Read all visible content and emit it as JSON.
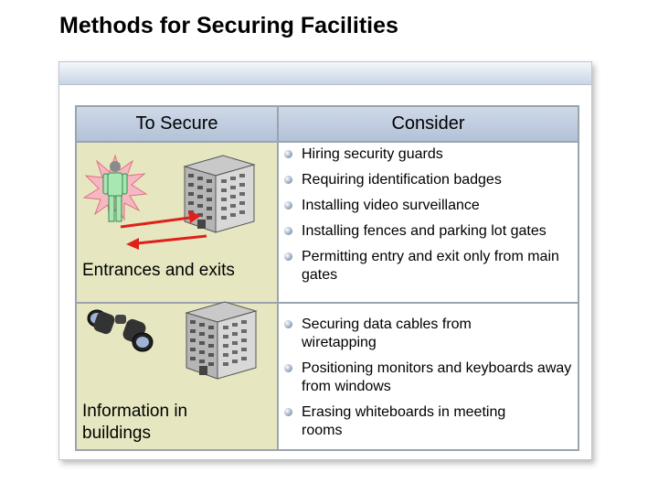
{
  "slide": {
    "title": "Methods for Securing Facilities"
  },
  "table": {
    "headers": {
      "left": "To Secure",
      "right": "Consider"
    },
    "rows": [
      {
        "category": "Entrances and exits",
        "items": [
          "Hiring security guards",
          "Requiring identification badges",
          "Installing video surveillance",
          "Installing fences and parking lot gates",
          "Permitting entry and exit only from main gates"
        ]
      },
      {
        "category": "Information in buildings",
        "items": [
          "Securing data cables from wiretapping",
          "Positioning monitors and keyboards away from windows",
          "Erasing whiteboards in meeting rooms"
        ]
      }
    ]
  },
  "icons": {
    "row1": [
      "guard-person-icon",
      "office-building-icon",
      "entry-exit-arrows-icon"
    ],
    "row2": [
      "binoculars-icon",
      "office-building-icon"
    ],
    "bullet": "bullet-dot-icon"
  },
  "colors": {
    "category_cell": "#e6e7c1",
    "header": "#b3c2d8",
    "border": "#9aa4ad",
    "arrow": "#e0201b"
  }
}
